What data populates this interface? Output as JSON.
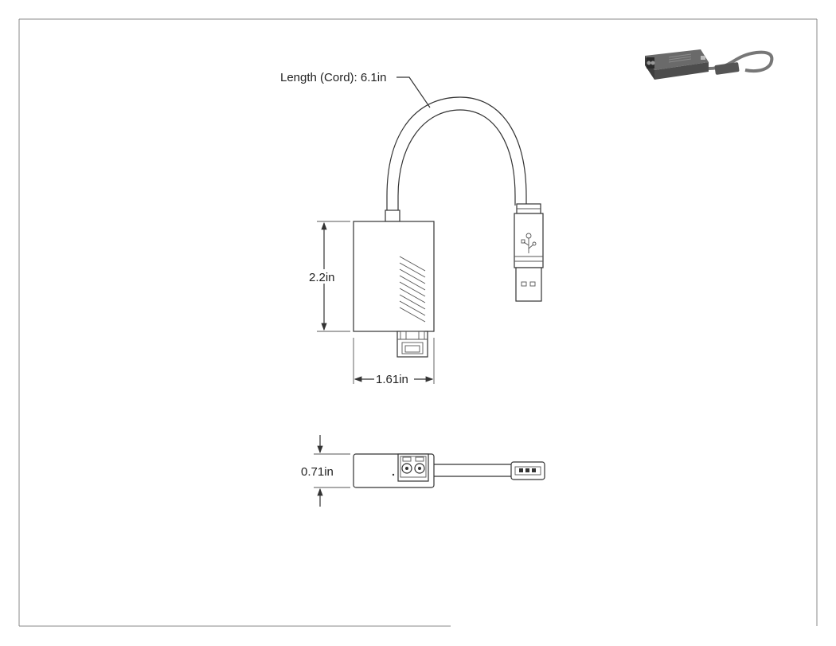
{
  "dimensions": {
    "cord_length": "Length (Cord): 6.1in",
    "height": "2.2in",
    "width": "1.61in",
    "depth": "0.71in"
  },
  "colors": {
    "line": "#333333",
    "frame": "#888888",
    "background": "#ffffff",
    "photo_body": "#4a4a4a"
  },
  "icons": {
    "usb_symbol": "usb-trident-icon",
    "lc_ports": "duplex-fiber-port-icon"
  }
}
